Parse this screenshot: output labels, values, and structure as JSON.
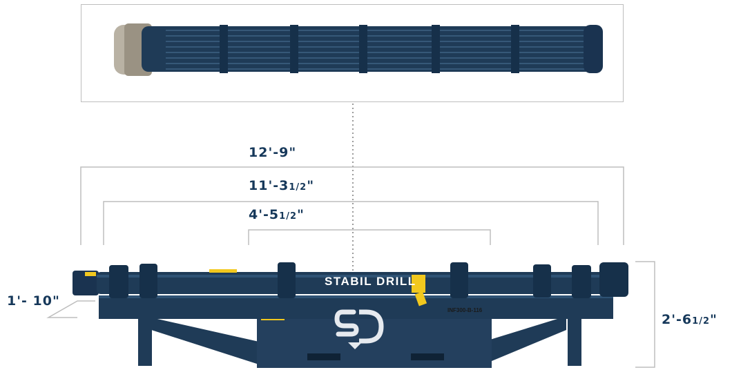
{
  "title": "",
  "dimensions": {
    "overall_length": {
      "main": "12'-9\"",
      "frac": ""
    },
    "inner_length": {
      "main": "11'-3",
      "frac": "1/2",
      "tail": "\""
    },
    "center_length": {
      "main": "4'-5",
      "frac": "1/2",
      "tail": "\""
    },
    "left_height": {
      "main": "1'- 10\"",
      "frac": ""
    },
    "right_height": {
      "main": "2'-6",
      "frac": "1/2",
      "tail": "\""
    }
  },
  "labels": {
    "brand": "STABIL DRILL",
    "tag": "INF300-B-116",
    "logo": "SD"
  },
  "colors": {
    "navy": "#1f3b57",
    "text": "#16385a",
    "yellow": "#f2c81e",
    "line": "#bdbdbd"
  }
}
